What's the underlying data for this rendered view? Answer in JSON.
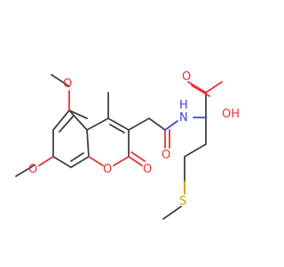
{
  "molecule": {
    "atom_labels": {
      "o_methoxy_top": "O",
      "o_methoxy_bottom": "O",
      "o_ring": "O",
      "o_lactone_carbonyl": "O",
      "o_amide": "O",
      "n_amide": "N",
      "h_amide": "H",
      "o_acid_carbonyl": "O",
      "oh_acid": "OH",
      "s_thioether": "S"
    },
    "colors": {
      "carbon": "#404040",
      "oxygen": "#e83030",
      "nitrogen": "#4040e0",
      "sulfur": "#c8a000"
    }
  }
}
